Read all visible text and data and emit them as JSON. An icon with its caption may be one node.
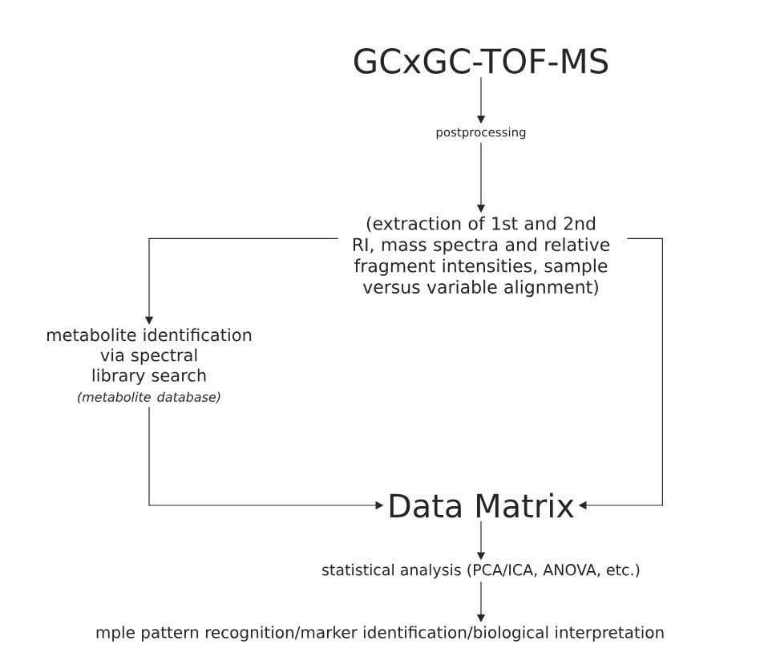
{
  "diagram": {
    "nodes": [
      {
        "text": [
          "GCxGC-TOF-MS"
        ]
      },
      {
        "text": [
          "postprocessing"
        ]
      },
      {
        "text": [
          "(extraction of 1st and 2nd RI, mass spectra and relative fragment intensities, sample versus variable alignment)"
        ]
      },
      {
        "text": [
          "metabolite identification via spectral library search",
          "(metabolite database)"
        ]
      },
      {
        "text": [
          "Data Matrix"
        ]
      },
      {
        "text": [
          "statistical analysis (PCA/ICA, ANOVA, etc.)"
        ]
      },
      {
        "text": [
          "mple pattern recognition/marker identification/biological interpretation"
        ]
      }
    ],
    "edges": [
      {
        "from": 0,
        "to": 1,
        "arrow": "to"
      },
      {
        "from": 1,
        "to": 2,
        "arrow": "to"
      },
      {
        "from": 2,
        "to": 3,
        "arrow": "to"
      },
      {
        "from": 2,
        "to": 4,
        "arrow": "to"
      },
      {
        "from": 3,
        "to": 4,
        "arrow": "to"
      },
      {
        "from": 4,
        "to": 5,
        "arrow": "to"
      },
      {
        "from": 5,
        "to": 6,
        "arrow": "to"
      }
    ]
  }
}
